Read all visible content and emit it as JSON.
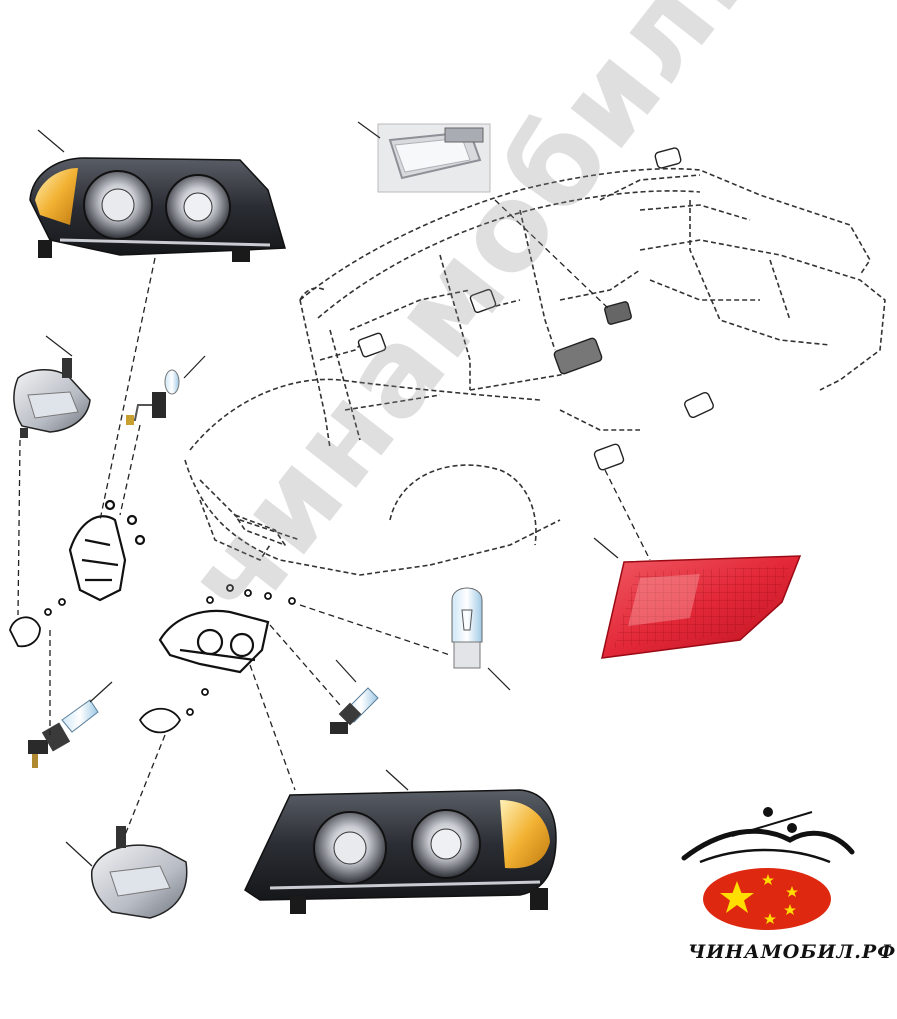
{
  "watermark": {
    "text": "чинамобил.рф"
  },
  "logo": {
    "text": "ЧИНАМОБИЛ.РФ",
    "flag_color": "#de2910",
    "star_color": "#ffde00"
  },
  "parts": [
    {
      "name": "headlight-right",
      "icon": "headlight"
    },
    {
      "name": "dome-light",
      "icon": "interior-lamp"
    },
    {
      "name": "fog-light-right",
      "icon": "fog-lamp"
    },
    {
      "name": "h3-bulb",
      "icon": "bulb"
    },
    {
      "name": "headlight-housing-bracket",
      "icon": "bracket"
    },
    {
      "name": "h1-bulb",
      "icon": "bulb"
    },
    {
      "name": "headlight-assembly-outline",
      "icon": "headlight"
    },
    {
      "name": "w5w-bulb",
      "icon": "bulb"
    },
    {
      "name": "rear-lamp-inner",
      "icon": "tail-lamp"
    },
    {
      "name": "headlight-left",
      "icon": "headlight"
    },
    {
      "name": "fog-light-left",
      "icon": "fog-lamp"
    }
  ]
}
